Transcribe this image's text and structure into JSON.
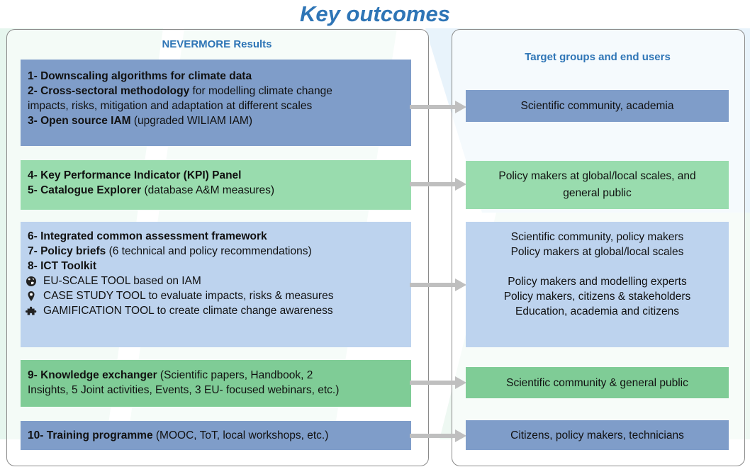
{
  "title": "Key outcomes",
  "left_panel": {
    "title": "NEVERMORE Results"
  },
  "right_panel": {
    "title": "Target groups and end users"
  },
  "results": {
    "r1": {
      "bold": "1- Downscaling algorithms for climate data"
    },
    "r2": {
      "bold": "2- Cross-sectoral methodology",
      "text": " for modelling climate change",
      "text2": "impacts, risks, mitigation and adaptation at different scales"
    },
    "r3": {
      "bold": "3- Open source IAM",
      "text": " (upgraded WILIAM IAM)"
    },
    "r4": {
      "bold": "4- Key Performance Indicator (KPI) Panel"
    },
    "r5": {
      "bold": "5- Catalogue Explorer",
      "text": " (database A&M measures)"
    },
    "r6": {
      "bold": "6- Integrated common assessment framework"
    },
    "r7": {
      "bold": "7- Policy briefs",
      "text": " (6 technical and policy recommendations)"
    },
    "r8": {
      "bold": "8- ICT Toolkit"
    },
    "tools": [
      {
        "icon": "globe-icon",
        "text": "EU-SCALE TOOL based on IAM"
      },
      {
        "icon": "location-pin-icon",
        "text": "CASE STUDY TOOL to evaluate impacts, risks & measures"
      },
      {
        "icon": "puzzle-icon",
        "text": "GAMIFICATION TOOL to create climate change awareness"
      }
    ],
    "r9": {
      "bold": "9- Knowledge exchanger",
      "text": " (Scientific papers, Handbook, 2",
      "text2": "Insights, 5 Joint activities, Events, 3 EU- focused webinars, etc.)"
    },
    "r10": {
      "bold": "10- Training programme",
      "text": " (MOOC, ToT, local workshops, etc.)"
    }
  },
  "targets": {
    "t1": "Scientific community, academia",
    "t2_l1": "Policy makers at global/local scales, and",
    "t2_l2": "general public",
    "t3_l1": "Scientific community, policy makers",
    "t3_l2": "Policy makers at global/local scales",
    "t3_l3": "Policy makers and modelling experts",
    "t3_l4": "Policy makers, citizens & stakeholders",
    "t3_l5": "Education, academia and citizens",
    "t4": "Scientific community & general public",
    "t5": "Citizens, policy makers, technicians"
  },
  "colors": {
    "title": "#2e75b6",
    "row_dark_blue": "#7f9dc9",
    "row_green": "#99dcae",
    "row_light_blue": "#bdd3ee",
    "row_mid_green": "#7fcc96",
    "arrow": "#bfbfbf"
  }
}
